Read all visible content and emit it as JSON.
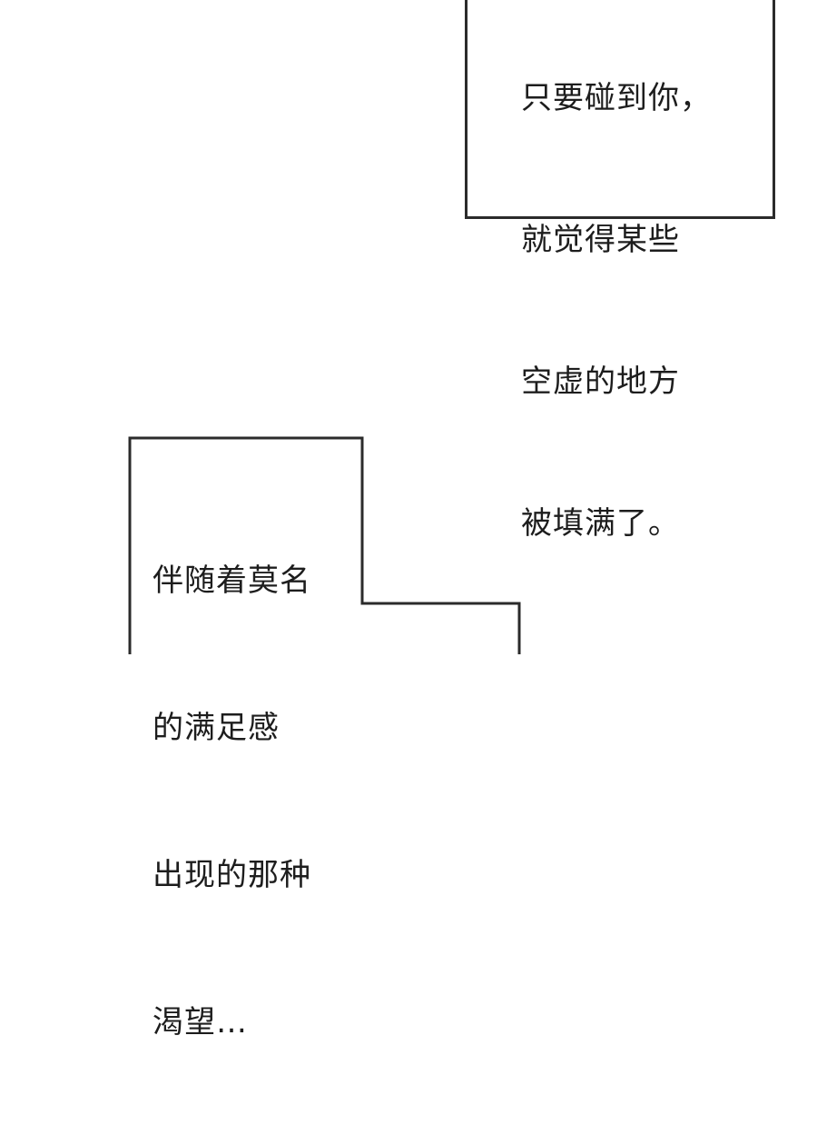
{
  "captions": [
    {
      "lines": [
        "只要碰到你，",
        "就觉得某些",
        "空虚的地方",
        "被填满了。"
      ]
    },
    {
      "lines": [
        "伴随着莫名",
        "的满足感",
        "出现的那种",
        "渴望…"
      ]
    }
  ],
  "colors": {
    "background": "#ffffff",
    "border": "#2b2b2b",
    "text": "#1d1d1d"
  }
}
